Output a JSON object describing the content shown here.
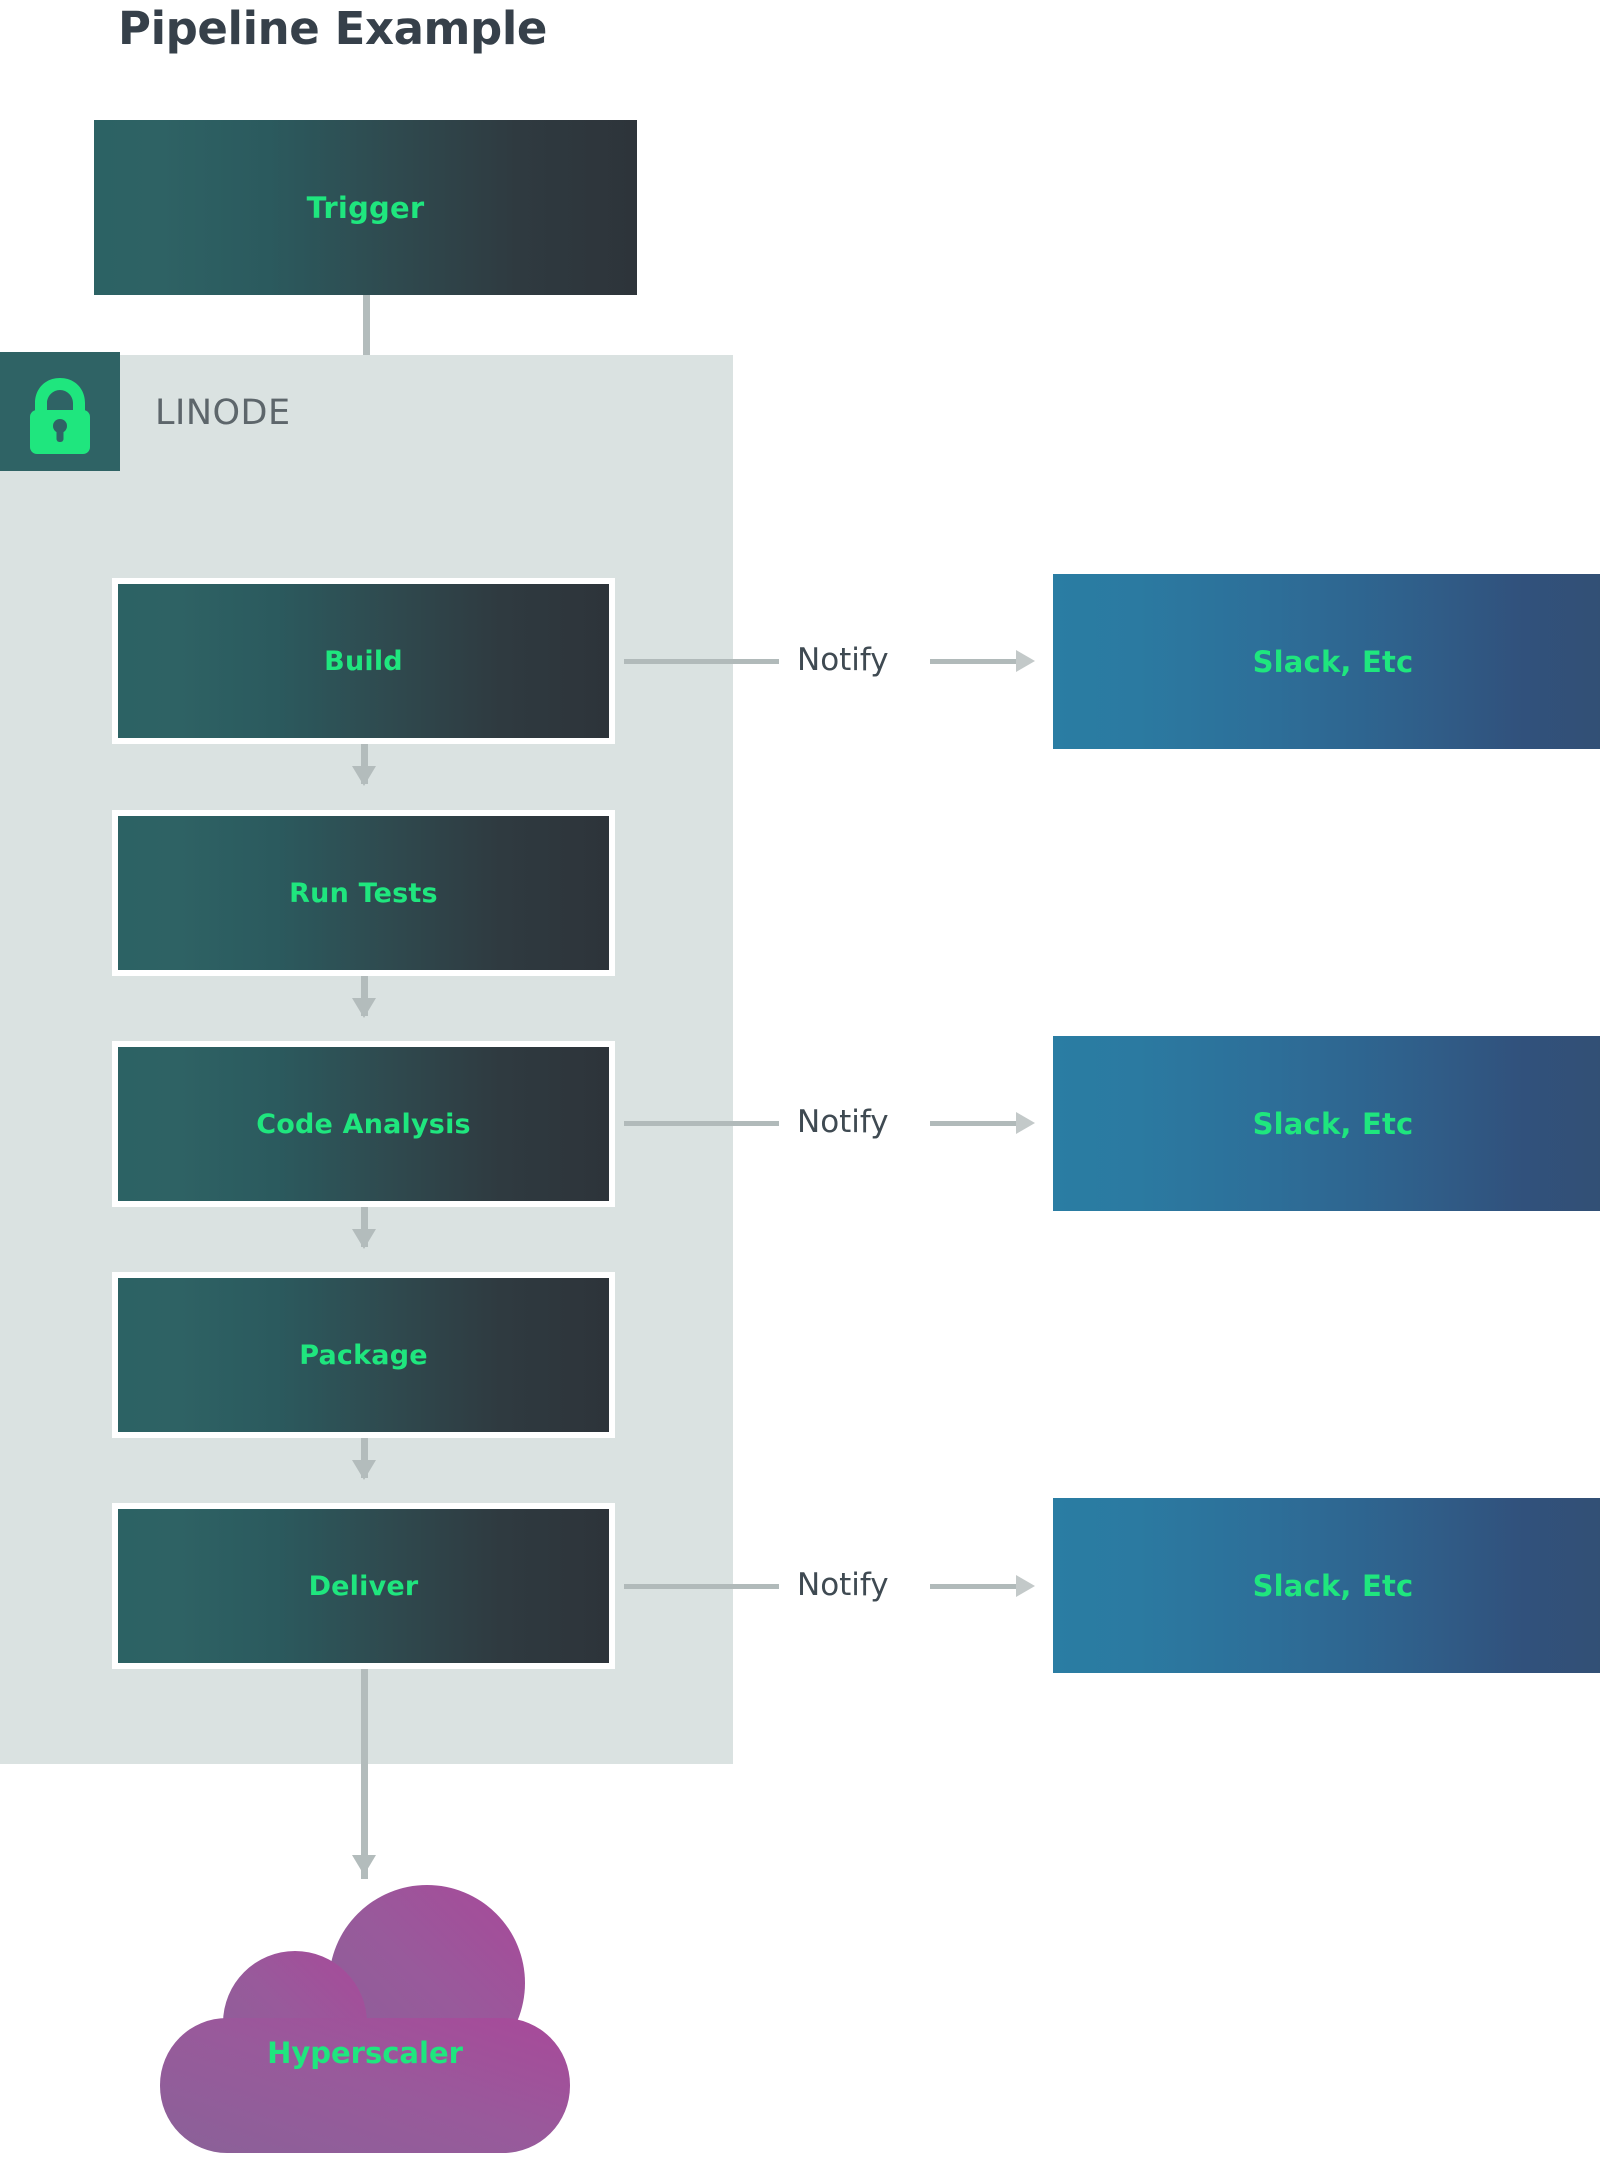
{
  "title": "Pipeline Example",
  "zone": {
    "label": "LINODE",
    "icon": "lock-icon",
    "badge_color": "#2f6365",
    "lock_color": "#1fe67e",
    "panel_color": "#dae2e1"
  },
  "colors": {
    "title": "#36404a",
    "stage_text": "#1fe67e",
    "notify_text": "#3f4a52",
    "connector": "#b3bcbc",
    "stage_gradient_start": "#2c6264",
    "stage_gradient_end": "#2d343a",
    "notify_gradient_start": "#2a7da3",
    "notify_gradient_end": "#325074",
    "cloud_start": "#8f5f9c",
    "cloud_end": "#a14d97"
  },
  "trigger": {
    "label": "Trigger"
  },
  "stages": [
    {
      "id": "build",
      "label": "Build",
      "notify": true
    },
    {
      "id": "run-tests",
      "label": "Run Tests",
      "notify": false
    },
    {
      "id": "code-analysis",
      "label": "Code Analysis",
      "notify": true
    },
    {
      "id": "package",
      "label": "Package",
      "notify": false
    },
    {
      "id": "deliver",
      "label": "Deliver",
      "notify": true
    }
  ],
  "notify": {
    "label": "Notify",
    "target_label": "Slack, Etc"
  },
  "cloud": {
    "label": "Hyperscaler"
  }
}
